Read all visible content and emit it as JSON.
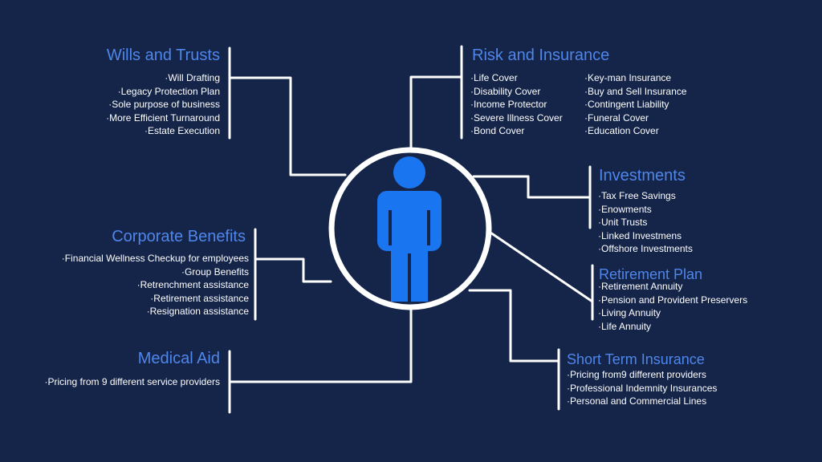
{
  "colors": {
    "background": "#152549",
    "accent": "#4f86ea",
    "person": "#1a75f0",
    "lines": "#ffffff"
  },
  "center": {
    "icon": "person-icon"
  },
  "wills": {
    "title": "Wills and Trusts",
    "items": [
      "Will Drafting",
      "Legacy Protection Plan",
      "Sole purpose of business",
      "More Efficient Turnaround",
      "Estate Execution"
    ]
  },
  "corporate": {
    "title": "Corporate Benefits",
    "items": [
      "Financial Wellness Checkup for employees",
      "Group Benefits",
      "Retrenchment assistance",
      "Retirement assistance",
      "Resignation assistance"
    ]
  },
  "medical": {
    "title": "Medical Aid",
    "items": [
      "Pricing from 9 different service providers"
    ]
  },
  "risk": {
    "title": "Risk and Insurance",
    "col1": [
      "Life Cover",
      "Disability Cover",
      "Income Protector",
      "Severe Illness Cover",
      "Bond Cover"
    ],
    "col2": [
      "Key-man Insurance",
      "Buy and Sell Insurance",
      "Contingent Liability",
      "Funeral Cover",
      "Education Cover"
    ]
  },
  "investments": {
    "title": "Investments",
    "items": [
      "Tax Free Savings",
      "Enowments",
      "Unit Trusts",
      "Linked Investmens",
      "Offshore Investments"
    ]
  },
  "retirement": {
    "title": "Retirement Plan",
    "items": [
      "Retirement Annuity",
      "Pension and Provident Preservers",
      "Living Annuity",
      "Life Annuity"
    ]
  },
  "shortterm": {
    "title": "Short Term Insurance",
    "items": [
      "Pricing from9 different providers",
      "Professional Indemnity Insurances",
      "Personal and Commercial Lines"
    ]
  }
}
